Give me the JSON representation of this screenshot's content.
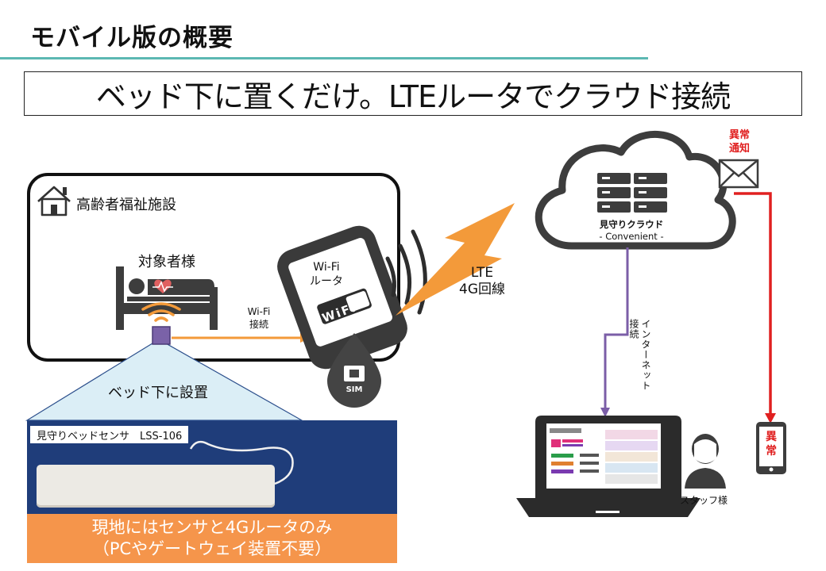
{
  "slide": {
    "title": "モバイル版の概要",
    "headline": "ベッド下に置くだけ。LTEルータでクラウド接続"
  },
  "facility": {
    "label": "高齢者福祉施設",
    "patient_label": "対象者様",
    "sensor_placement": "ベッド下に設置"
  },
  "router": {
    "label_line1": "Wi-Fi",
    "label_line2": "ルータ",
    "wifi_logo": "WiFi",
    "sim_label": "SIM"
  },
  "wifi_link": {
    "line1": "Wi-Fi",
    "line2": "接続"
  },
  "lte_link": {
    "line1": "LTE",
    "line2": "4G回線"
  },
  "cloud": {
    "name": "見守りクラウド",
    "subtitle": "- Convenient -"
  },
  "internet_link": {
    "line1": "インターネット",
    "line2": "接続"
  },
  "alert": {
    "line1": "異常",
    "line2": "通知",
    "phone_char1": "異",
    "phone_char2": "常"
  },
  "staff": {
    "label": "スタッフ様"
  },
  "sensor": {
    "product_tag": "見守りベッドセンサ　LSS-106"
  },
  "note": {
    "line1": "現地にはセンサと4Gルータのみ",
    "line2": "（PCやゲートウェイ装置不要）"
  },
  "colors": {
    "accent_rule": "#5cb8b2",
    "alert_red": "#e02020",
    "lte_orange": "#f39a3a",
    "internet_purple": "#7b5ea7",
    "note_orange": "#f5954b"
  },
  "icons": [
    "house-icon",
    "bed-person-icon",
    "heart-pulse-icon",
    "sensor-icon",
    "wifi-router-phone-icon",
    "sim-card-icon",
    "cloud-server-icon",
    "lightning-bolt-icon",
    "envelope-icon",
    "smartphone-icon",
    "laptop-icon",
    "staff-person-icon"
  ]
}
